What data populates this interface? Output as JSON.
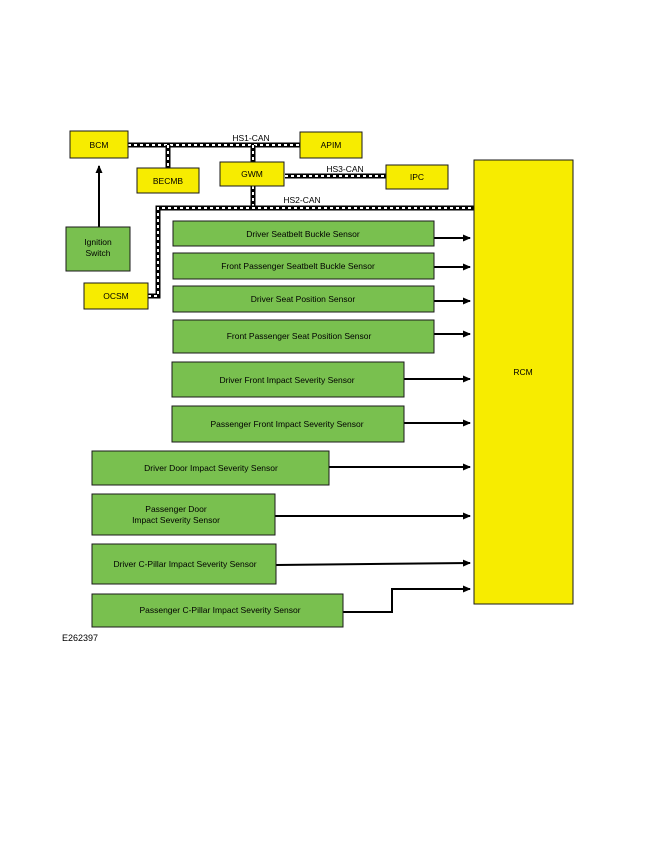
{
  "modules": {
    "bcm": "BCM",
    "apim": "APIM",
    "becmb": "BECMB",
    "gwm": "GWM",
    "ipc": "IPC",
    "ignition_line1": "Ignition",
    "ignition_line2": "Switch",
    "ocsm": "OCSM",
    "rcm": "RCM"
  },
  "buses": {
    "hs1": "HS1-CAN",
    "hs2": "HS2-CAN",
    "hs3": "HS3-CAN"
  },
  "sensors": {
    "driver_seatbelt": "Driver Seatbelt Buckle Sensor",
    "passenger_seatbelt": "Front Passenger Seatbelt Buckle Sensor",
    "driver_seat_position": "Driver Seat Position Sensor",
    "passenger_seat_position": "Front Passenger Seat Position Sensor",
    "driver_front_impact": "Driver Front Impact Severity Sensor",
    "passenger_front_impact": "Passenger Front Impact Severity Sensor",
    "driver_door_impact": "Driver Door Impact Severity Sensor",
    "passenger_door_line1": "Passenger Door",
    "passenger_door_line2": "Impact Severity Sensor",
    "driver_cpillar": "Driver C-Pillar Impact Severity Sensor",
    "passenger_cpillar": "Passenger C-Pillar Impact Severity Sensor"
  },
  "figure_id": "E262397",
  "colors": {
    "module_fill": "#f7ec00",
    "sensor_fill": "#79c04f"
  }
}
